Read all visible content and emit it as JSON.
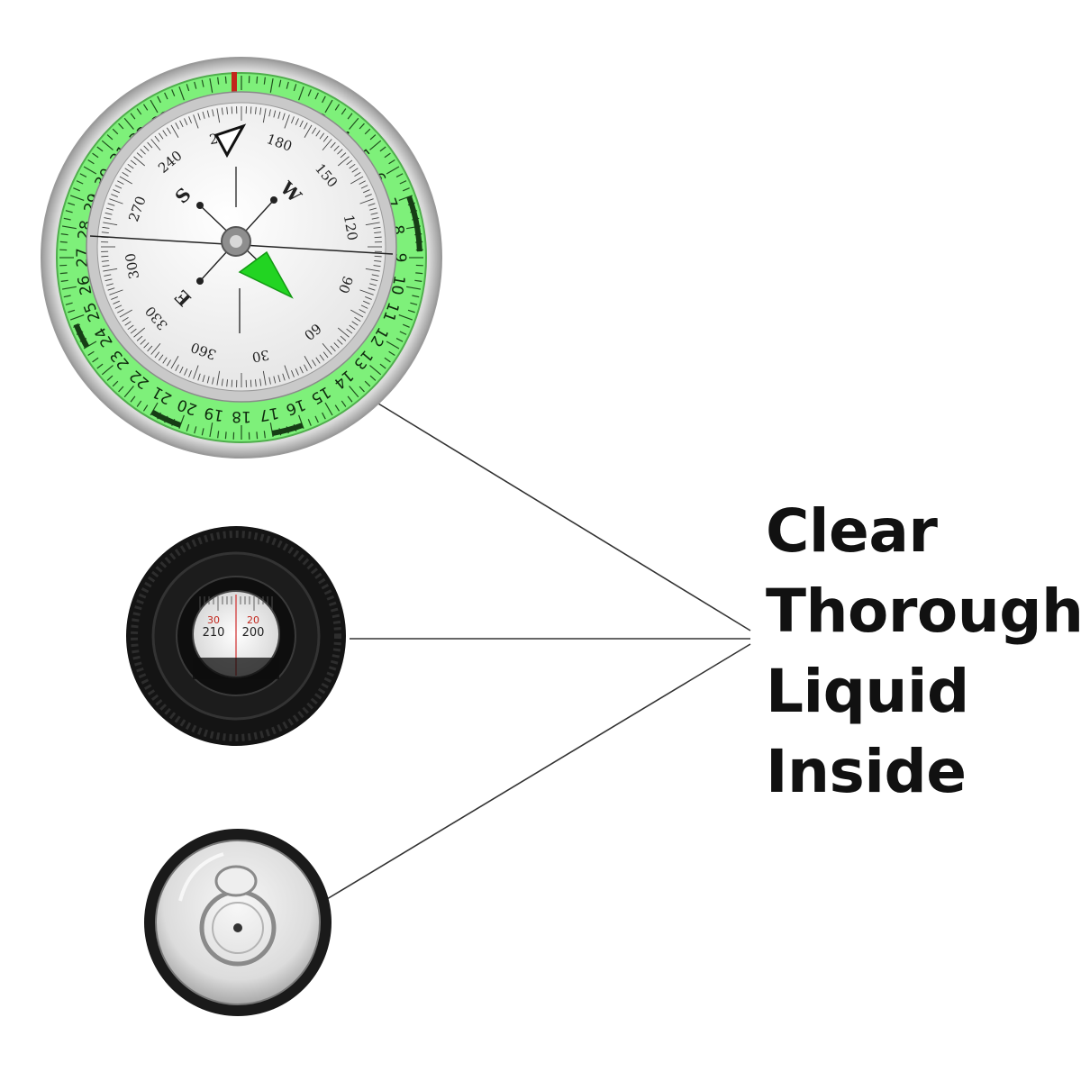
{
  "caption": {
    "lines": [
      "Clear",
      "Thorough",
      "Liquid",
      "Inside"
    ]
  },
  "compass": {
    "bezel_numbers": [
      "1",
      "2",
      "3",
      "4",
      "5",
      "6",
      "7",
      "8",
      "9",
      "10",
      "11",
      "12",
      "13",
      "14",
      "15",
      "16",
      "17",
      "18",
      "19",
      "20",
      "21",
      "22",
      "23",
      "24",
      "25",
      "26",
      "27",
      "28",
      "29",
      "30",
      "31",
      "32",
      "33",
      "34",
      "35",
      "36"
    ],
    "dial_numbers": [
      "30",
      "60",
      "90",
      "120",
      "150",
      "180",
      "210",
      "240",
      "270",
      "300",
      "330",
      "360"
    ],
    "cardinal_letters": [
      "W",
      "S",
      "E"
    ]
  },
  "sighting_window": {
    "numbers": [
      "30",
      "20",
      "210",
      "200"
    ]
  },
  "colors": {
    "luminous_green": "#7ef07a",
    "pointer_green": "#22d422",
    "dial_face": "#f2f2f2",
    "housing_black": "#141414",
    "index_red": "#c2261c",
    "callout_line": "#333333",
    "text": "#111111"
  }
}
